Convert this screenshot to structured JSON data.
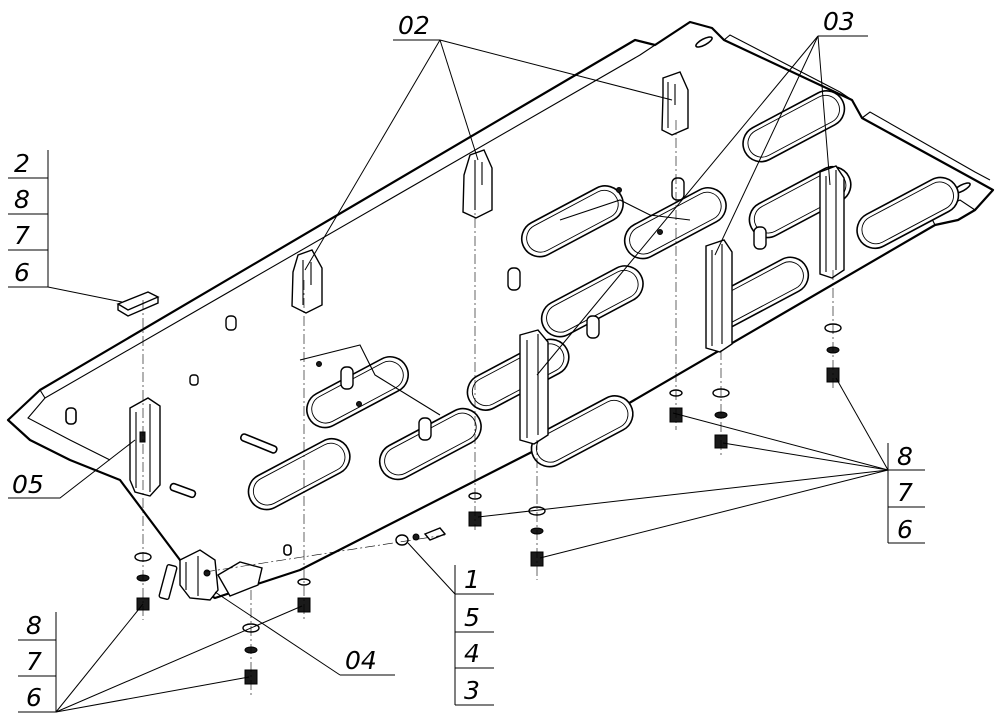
{
  "callouts": {
    "c02": "02",
    "c03": "03",
    "c04": "04",
    "c05": "05",
    "stack_left_top": [
      "2",
      "8",
      "7",
      "6"
    ],
    "stack_right_mid": [
      "8",
      "7",
      "6"
    ],
    "stack_center_bottom": [
      "1",
      "5",
      "4",
      "3"
    ],
    "stack_left_bottom": [
      "8",
      "7",
      "6"
    ]
  }
}
